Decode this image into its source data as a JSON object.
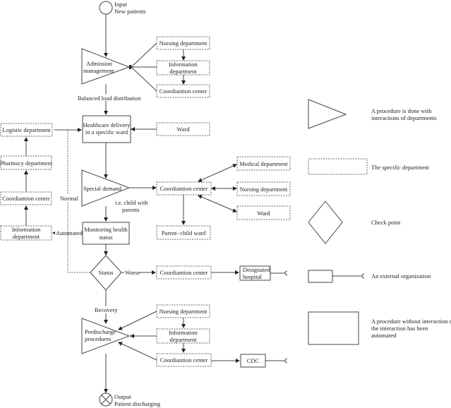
{
  "diagram": {
    "input": {
      "line1": "Input",
      "line2": "New patients"
    },
    "output": {
      "line1": "Output",
      "line2": "Patient discharging"
    },
    "nodes": {
      "admission": {
        "line1": "Admission",
        "line2": "management"
      },
      "healthcare": {
        "line1": "Healthcare delivery",
        "line2": "in a specific ward"
      },
      "special_demand": {
        "label": "Special demand"
      },
      "monitoring": {
        "line1": "Monitoring health",
        "line2": "status"
      },
      "status": {
        "label": "Status"
      },
      "predischarge": {
        "line1": "Predischarge",
        "line2": "procedures"
      }
    },
    "departments": {
      "adm_nursing": "Nursing department",
      "adm_info": {
        "line1": "Information",
        "line2": "department"
      },
      "adm_coord": "Coordiantion center",
      "ward_top": "Ward",
      "logistic": "Logistic department",
      "pharmacy": "Pharmacy department",
      "left_coord": "Coordiantion center",
      "left_info": {
        "line1": "Information",
        "line2": "department"
      },
      "sd_coord": "Coordiantion center",
      "medical": "Medical department",
      "sd_nursing": "Nursing department",
      "sd_ward": "Ward",
      "parent_child": "Parent−child ward",
      "worse_coord": "Coordiantion center",
      "pd_nursing": "Nursing department",
      "pd_info": {
        "line1": "Information",
        "line2": "department"
      },
      "pd_coord": "Coordiantion center"
    },
    "external": {
      "hospital": {
        "line1": "Designated",
        "line2": "hospital"
      },
      "cdc": "CDC"
    },
    "edge_labels": {
      "balanced": "Balanced load distribution",
      "child": {
        "line1": "i.e. child with",
        "line2": "parents"
      },
      "normal": "Normal",
      "automated": "Automated",
      "worse": "Worse",
      "recovery": "Recovery"
    }
  },
  "legend": {
    "items": [
      {
        "symbol": "triangle",
        "line1": "A procedure is done with",
        "line2": "interactions of departments"
      },
      {
        "symbol": "dashed-box",
        "line1": "The specific department"
      },
      {
        "symbol": "diamond",
        "line1": "Check point"
      },
      {
        "symbol": "external-org",
        "line1": "An external organization"
      },
      {
        "symbol": "solid-box",
        "line1": "A procedure without interaction or",
        "line2": "the interaction has been",
        "line3": "automated"
      }
    ]
  }
}
